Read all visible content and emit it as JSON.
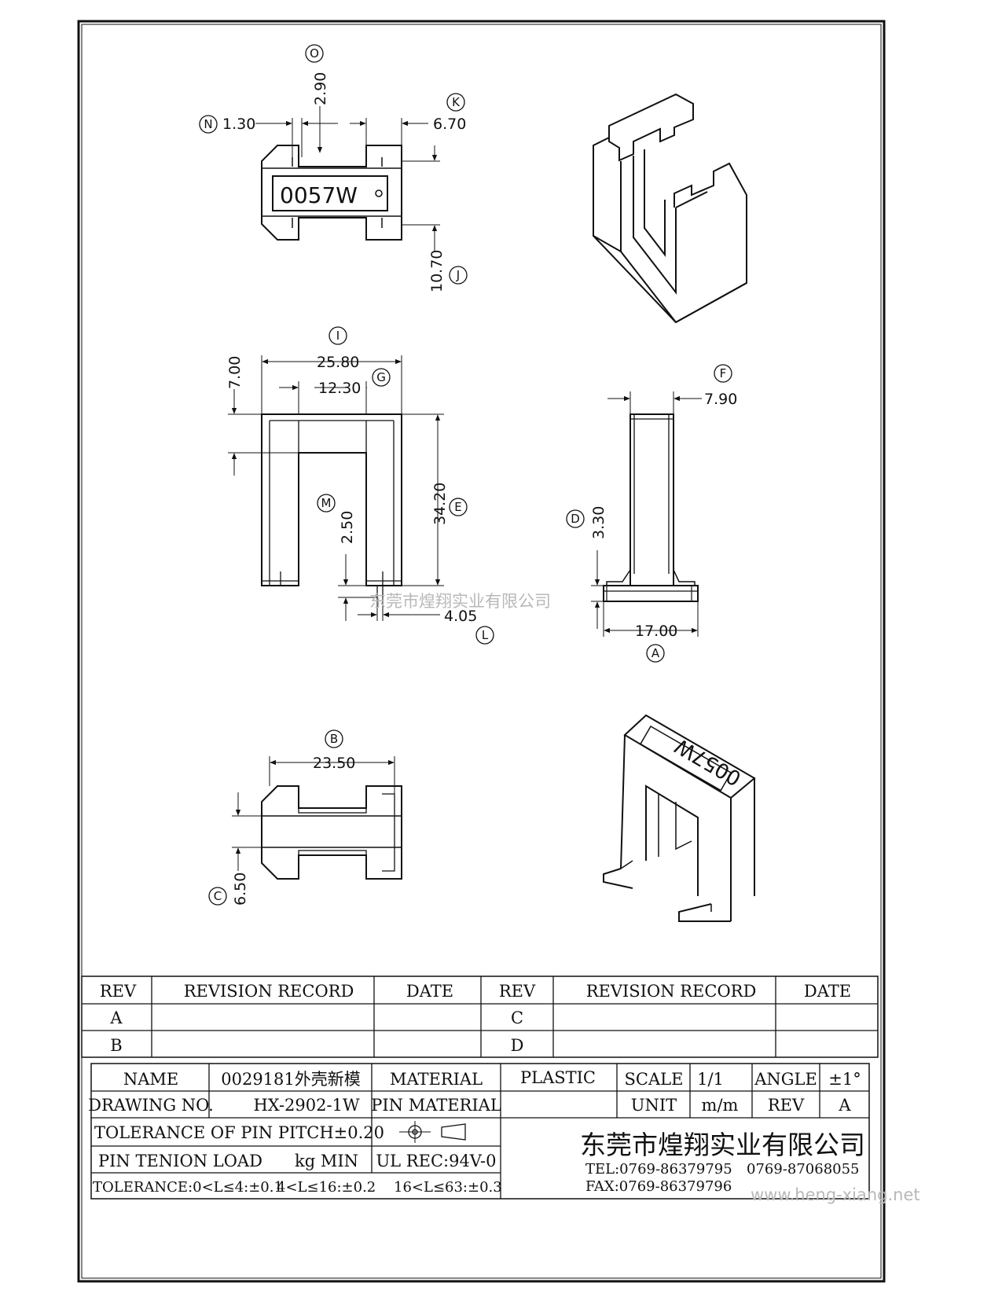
{
  "dimensions": {
    "O": "2.90",
    "N": "1.30",
    "K": "6.70",
    "J": "10.70",
    "I": "25.80",
    "G": "12.30",
    "H": "7.00",
    "E": "34.20",
    "M": "2.50",
    "L": "4.05",
    "F": "7.90",
    "D": "3.30",
    "A": "17.00",
    "B": "23.50",
    "C": "6.50"
  },
  "labels": {
    "O": "O",
    "N": "N",
    "K": "K",
    "J": "J",
    "I": "I",
    "G": "G",
    "E": "E",
    "M": "M",
    "L": "L",
    "F": "F",
    "D": "D",
    "A": "A",
    "B": "B",
    "C": "C"
  },
  "part_marking": "0057W",
  "iso_marking": "0057W",
  "watermark_overlay": "东莞市煌翔实业有限公司",
  "revision_table": {
    "headers": [
      "REV",
      "REVISION RECORD",
      "DATE",
      "REV",
      "REVISION RECORD",
      "DATE"
    ],
    "rows": [
      [
        "A",
        "",
        "",
        "C",
        "",
        ""
      ],
      [
        "B",
        "",
        "",
        "D",
        "",
        ""
      ]
    ]
  },
  "title_block": {
    "name_label": "NAME",
    "name_value": "0029181外壳新模",
    "material_label": "MATERIAL",
    "material_value": "PLASTIC",
    "scale_label": "SCALE",
    "scale_value": "1/1",
    "angle_label": "ANGLE",
    "angle_value": "±1°",
    "drawing_no_label": "DRAWING NO.",
    "drawing_no_value": "HX-2902-1W",
    "pin_material_label": "PIN MATERIAL",
    "unit_label": "UNIT",
    "unit_value": "m/m",
    "rev_label": "REV",
    "rev_value": "A",
    "pitch_tolerance": "TOLERANCE OF PIN PITCH±0.20",
    "pin_tension_label": "PIN TENION LOAD",
    "pin_tension_unit": "kg MIN",
    "ul": "UL REC:94V-0",
    "tolerance_1": "TOLERANCE:0<L≤4:±0.1",
    "tolerance_2": "4<L≤16:±0.2",
    "tolerance_3": "16<L≤63:±0.3",
    "company": "东莞市煌翔实业有限公司",
    "tel": "TEL:0769-86379795",
    "tel2": "0769-87068055",
    "fax": "FAX:0769-86379796"
  },
  "website": "www.heng-xiang.net"
}
